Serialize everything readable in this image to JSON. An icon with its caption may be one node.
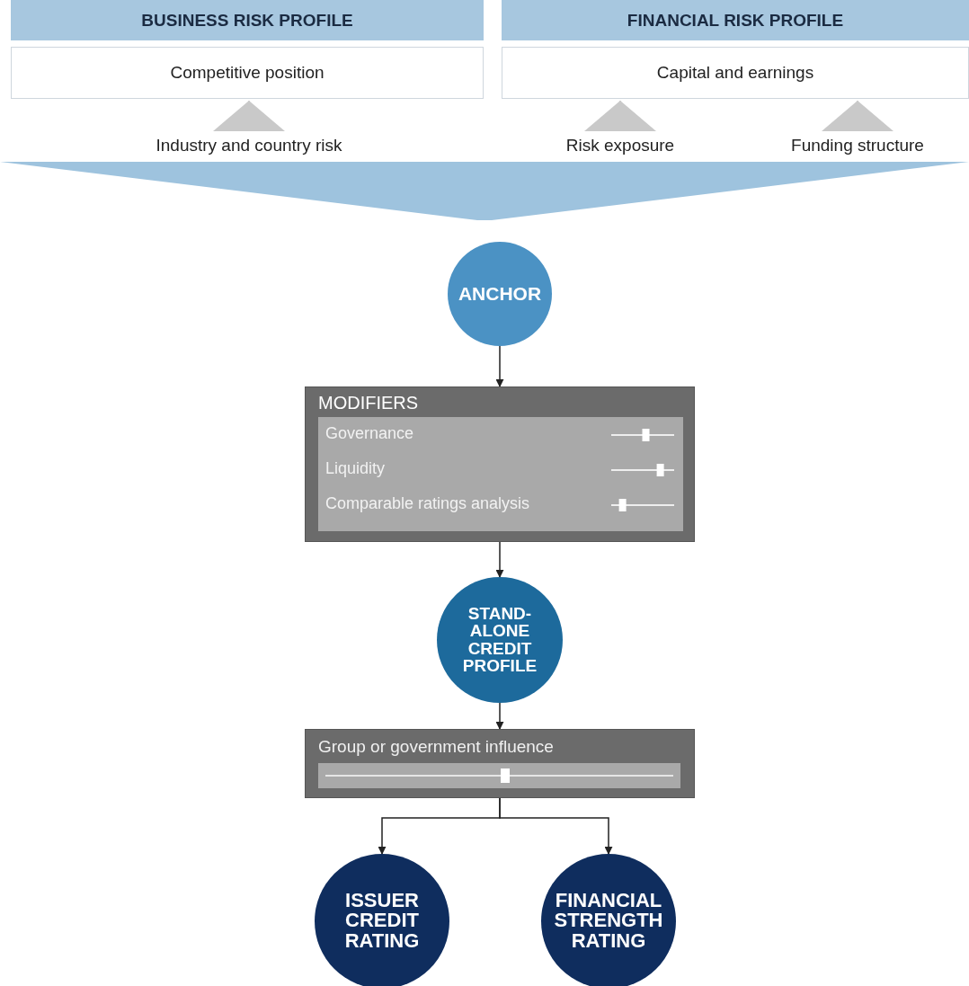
{
  "diagram": {
    "nodes": [
      {
        "text": [
          "BUSINESS RISK PROFILE"
        ]
      },
      {
        "text": [
          "Competitive position"
        ]
      },
      {
        "text": [
          "Industry and country risk"
        ]
      },
      {
        "text": [
          "FINANCIAL RISK PROFILE"
        ]
      },
      {
        "text": [
          "Capital and earnings"
        ]
      },
      {
        "text": [
          "Risk exposure"
        ]
      },
      {
        "text": [
          "Funding structure"
        ]
      },
      {
        "text": [],
        "shape": "chevron"
      },
      {
        "text": [
          "ANCHOR"
        ]
      },
      {
        "text": [
          "MODIFIERS"
        ]
      },
      {
        "text": [
          "Governance",
          "Liquidity",
          "Comparable ratings analysis"
        ],
        "in": 9
      },
      {
        "text": [
          "STAND- ALONE CREDIT PROFILE"
        ]
      },
      {
        "text": [
          "Group or government influence"
        ]
      },
      {
        "text": [
          "ISSUER CREDIT RATING"
        ]
      },
      {
        "text": [
          "FINANCIAL STRENGTH RATING"
        ]
      }
    ],
    "edges": [
      {
        "from": 2,
        "to": 1,
        "arrow": "to",
        "color": "#c9c9c9"
      },
      {
        "from": 5,
        "to": 4,
        "arrow": "to",
        "color": "#c9c9c9"
      },
      {
        "from": 6,
        "to": 4,
        "arrow": "to",
        "color": "#c9c9c9"
      },
      {
        "from": 8,
        "to": 9,
        "arrow": "to"
      },
      {
        "from": 9,
        "to": 11,
        "arrow": "to"
      },
      {
        "from": 11,
        "to": 12,
        "arrow": "to"
      },
      {
        "from": 12,
        "to": 13,
        "arrow": "to"
      },
      {
        "from": 12,
        "to": 14,
        "arrow": "to"
      }
    ]
  }
}
